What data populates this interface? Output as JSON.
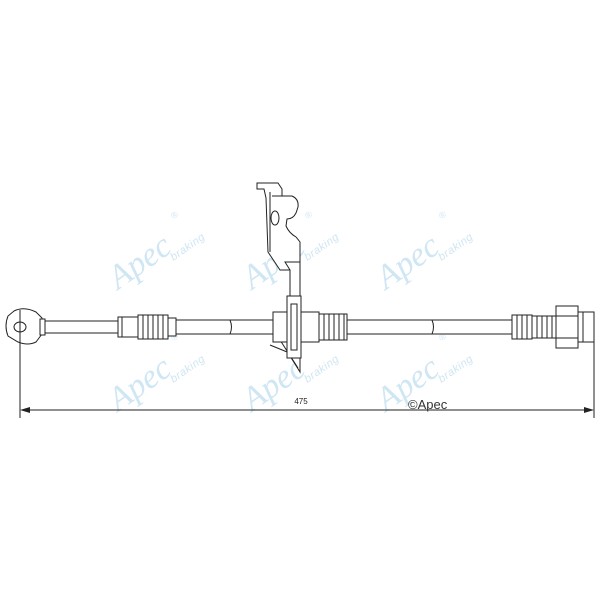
{
  "diagram": {
    "dimension_label": "475",
    "copyright": "©Apec",
    "watermark": {
      "brand": "Apec",
      "sub": "braking",
      "reg": "®"
    }
  }
}
